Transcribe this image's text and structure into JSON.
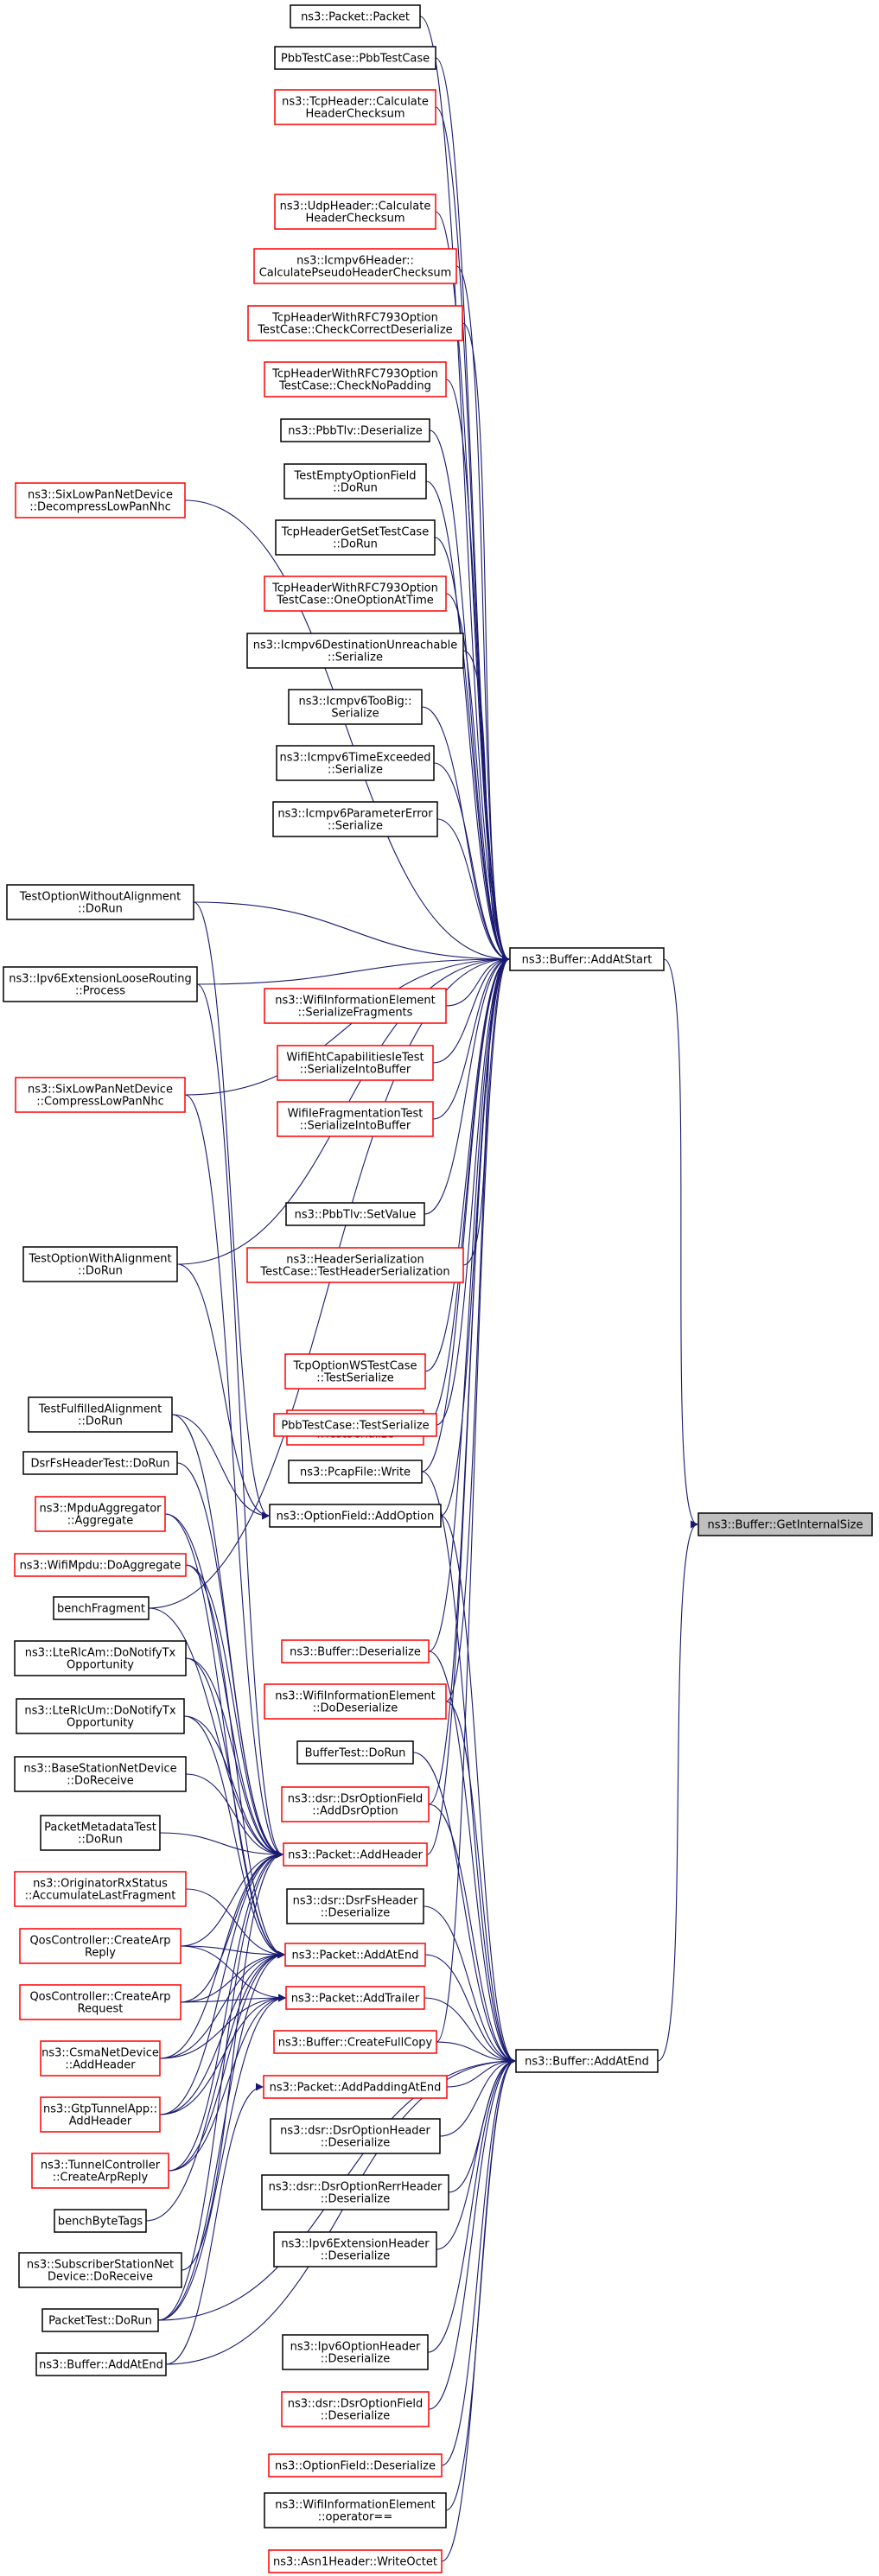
{
  "colors": {
    "edge": "#191970",
    "black_border": "#000000",
    "red_border": "#ff0000",
    "focus_fill": "#bfbfbf"
  },
  "graph": {
    "focus": "getinternalsize",
    "nodes": [
      {
        "id": "getinternalsize",
        "lines": [
          "ns3::Buffer::GetInternalSize"
        ],
        "border": "black",
        "focus": true
      },
      {
        "id": "addatstart",
        "lines": [
          "ns3::Buffer::AddAtStart"
        ],
        "border": "black"
      },
      {
        "id": "addatend",
        "lines": [
          "ns3::Buffer::AddAtEnd"
        ],
        "border": "black"
      },
      {
        "id": "packet_ctor",
        "lines": [
          "ns3::Packet::Packet"
        ],
        "border": "black"
      },
      {
        "id": "pbbtestcase",
        "lines": [
          "PbbTestCase::PbbTestCase"
        ],
        "border": "black"
      },
      {
        "id": "tcpheader_calc",
        "lines": [
          "ns3::TcpHeader::Calculate",
          "HeaderChecksum"
        ],
        "border": "red"
      },
      {
        "id": "udpheader_calc",
        "lines": [
          "ns3::UdpHeader::Calculate",
          "HeaderChecksum"
        ],
        "border": "red"
      },
      {
        "id": "icmpv6_pseudo",
        "lines": [
          "ns3::Icmpv6Header::",
          "CalculatePseudoHeaderChecksum"
        ],
        "border": "red"
      },
      {
        "id": "tcp793_correct",
        "lines": [
          "TcpHeaderWithRFC793Option",
          "TestCase::CheckCorrectDeserialize"
        ],
        "border": "red"
      },
      {
        "id": "tcp793_nopad",
        "lines": [
          "TcpHeaderWithRFC793Option",
          "TestCase::CheckNoPadding"
        ],
        "border": "red"
      },
      {
        "id": "pbbtlv_deser",
        "lines": [
          "ns3::PbbTlv::Deserialize"
        ],
        "border": "black"
      },
      {
        "id": "testemptyoption",
        "lines": [
          "TestEmptyOptionField",
          "::DoRun"
        ],
        "border": "black"
      },
      {
        "id": "tcpgetset",
        "lines": [
          "TcpHeaderGetSetTestCase",
          "::DoRun"
        ],
        "border": "black"
      },
      {
        "id": "tcp793_one",
        "lines": [
          "TcpHeaderWithRFC793Option",
          "TestCase::OneOptionAtTime"
        ],
        "border": "red"
      },
      {
        "id": "icmpv6_destunreach",
        "lines": [
          "ns3::Icmpv6DestinationUnreachable",
          "::Serialize"
        ],
        "border": "black"
      },
      {
        "id": "icmpv6_toobig",
        "lines": [
          "ns3::Icmpv6TooBig::",
          "Serialize"
        ],
        "border": "black"
      },
      {
        "id": "icmpv6_timeexc",
        "lines": [
          "ns3::Icmpv6TimeExceeded",
          "::Serialize"
        ],
        "border": "black"
      },
      {
        "id": "icmpv6_paramerr",
        "lines": [
          "ns3::Icmpv6ParameterError",
          "::Serialize"
        ],
        "border": "black"
      },
      {
        "id": "sixlow_decomp",
        "lines": [
          "ns3::SixLowPanNetDevice",
          "::DecompressLowPanNhc"
        ],
        "border": "red"
      },
      {
        "id": "testoptwithout",
        "lines": [
          "TestOptionWithoutAlignment",
          "::DoRun"
        ],
        "border": "black"
      },
      {
        "id": "ipv6ext_loose",
        "lines": [
          "ns3::Ipv6ExtensionLooseRouting",
          "::Process"
        ],
        "border": "black"
      },
      {
        "id": "wifiinfo_serfrag",
        "lines": [
          "ns3::WifiInformationElement",
          "::SerializeFragments"
        ],
        "border": "red"
      },
      {
        "id": "wifieht",
        "lines": [
          "WifiEhtCapabilitiesIeTest",
          "::SerializeIntoBuffer"
        ],
        "border": "red"
      },
      {
        "id": "wifiiefrag",
        "lines": [
          "WifiIeFragmentationTest",
          "::SerializeIntoBuffer"
        ],
        "border": "red"
      },
      {
        "id": "sixlow_comp",
        "lines": [
          "ns3::SixLowPanNetDevice",
          "::CompressLowPanNhc"
        ],
        "border": "red"
      },
      {
        "id": "pbbtlv_setvalue",
        "lines": [
          "ns3::PbbTlv::SetValue"
        ],
        "border": "black"
      },
      {
        "id": "headerser",
        "lines": [
          "ns3::HeaderSerialization",
          "TestCase::TestHeaderSerialization"
        ],
        "border": "red"
      },
      {
        "id": "testoptwith",
        "lines": [
          "TestOptionWithAlignment",
          "::DoRun"
        ],
        "border": "black"
      },
      {
        "id": "tcpoptws",
        "lines": [
          "TcpOptionWSTestCase",
          "::TestSerialize"
        ],
        "border": "red"
      },
      {
        "id": "tcpoptts",
        "lines": [
          "TcpOptionTSTestCase",
          "::TestSerialize"
        ],
        "border": "red"
      },
      {
        "id": "testfulfilled",
        "lines": [
          "TestFulfilledAlignment",
          "::DoRun"
        ],
        "border": "black"
      },
      {
        "id": "pbbtestser",
        "lines": [
          "PbbTestCase::TestSerialize"
        ],
        "border": "red"
      },
      {
        "id": "dsrfsheadertest",
        "lines": [
          "DsrFsHeaderTest::DoRun"
        ],
        "border": "black"
      },
      {
        "id": "pcapwrite",
        "lines": [
          "ns3::PcapFile::Write"
        ],
        "border": "black"
      },
      {
        "id": "mpduagg",
        "lines": [
          "ns3::MpduAggregator",
          "::Aggregate"
        ],
        "border": "red"
      },
      {
        "id": "optionfield_add",
        "lines": [
          "ns3::OptionField::AddOption"
        ],
        "border": "black"
      },
      {
        "id": "wifimpdu",
        "lines": [
          "ns3::WifiMpdu::DoAggregate"
        ],
        "border": "red"
      },
      {
        "id": "benchfragment",
        "lines": [
          "benchFragment"
        ],
        "border": "black"
      },
      {
        "id": "buffer_deser",
        "lines": [
          "ns3::Buffer::Deserialize"
        ],
        "border": "red"
      },
      {
        "id": "lterlcam",
        "lines": [
          "ns3::LteRlcAm::DoNotifyTx",
          "Opportunity"
        ],
        "border": "black"
      },
      {
        "id": "wifiinfo_dodeser",
        "lines": [
          "ns3::WifiInformationElement",
          "::DoDeserialize"
        ],
        "border": "red"
      },
      {
        "id": "lterlcum",
        "lines": [
          "ns3::LteRlcUm::DoNotifyTx",
          "Opportunity"
        ],
        "border": "black"
      },
      {
        "id": "buffertest",
        "lines": [
          "BufferTest::DoRun"
        ],
        "border": "black"
      },
      {
        "id": "basestation",
        "lines": [
          "ns3::BaseStationNetDevice",
          "::DoReceive"
        ],
        "border": "black"
      },
      {
        "id": "dsroptfield_add",
        "lines": [
          "ns3::dsr::DsrOptionField",
          "::AddDsrOption"
        ],
        "border": "red"
      },
      {
        "id": "packetmeta",
        "lines": [
          "PacketMetadataTest",
          "::DoRun"
        ],
        "border": "black"
      },
      {
        "id": "packet_addheader",
        "lines": [
          "ns3::Packet::AddHeader"
        ],
        "border": "red"
      },
      {
        "id": "originator",
        "lines": [
          "ns3::OriginatorRxStatus",
          "::AccumulateLastFragment"
        ],
        "border": "red"
      },
      {
        "id": "dsrfsheader_deser",
        "lines": [
          "ns3::dsr::DsrFsHeader",
          "::Deserialize"
        ],
        "border": "black"
      },
      {
        "id": "qos_reply",
        "lines": [
          "QosController::CreateArp",
          "Reply"
        ],
        "border": "red"
      },
      {
        "id": "packet_addatend",
        "lines": [
          "ns3::Packet::AddAtEnd"
        ],
        "border": "red"
      },
      {
        "id": "qos_request",
        "lines": [
          "QosController::CreateArp",
          "Request"
        ],
        "border": "red"
      },
      {
        "id": "packet_addtrailer",
        "lines": [
          "ns3::Packet::AddTrailer"
        ],
        "border": "red"
      },
      {
        "id": "csma",
        "lines": [
          "ns3::CsmaNetDevice",
          "::AddHeader"
        ],
        "border": "red"
      },
      {
        "id": "buffer_fullcopy",
        "lines": [
          "ns3::Buffer::CreateFullCopy"
        ],
        "border": "red"
      },
      {
        "id": "gtptunnel",
        "lines": [
          "ns3::GtpTunnelApp::",
          "AddHeader"
        ],
        "border": "red"
      },
      {
        "id": "packet_addpadding",
        "lines": [
          "ns3::Packet::AddPaddingAtEnd"
        ],
        "border": "red"
      },
      {
        "id": "tunnelctrl",
        "lines": [
          "ns3::TunnelController",
          "::CreateArpReply"
        ],
        "border": "red"
      },
      {
        "id": "dsroptheader_deser",
        "lines": [
          "ns3::dsr::DsrOptionHeader",
          "::Deserialize"
        ],
        "border": "black"
      },
      {
        "id": "dsroptrerr_deser",
        "lines": [
          "ns3::dsr::DsrOptionRerrHeader",
          "::Deserialize"
        ],
        "border": "black"
      },
      {
        "id": "benchbytetags",
        "lines": [
          "benchByteTags"
        ],
        "border": "black"
      },
      {
        "id": "ipv6ext_deser",
        "lines": [
          "ns3::Ipv6ExtensionHeader",
          "::Deserialize"
        ],
        "border": "black"
      },
      {
        "id": "subscriber",
        "lines": [
          "ns3::SubscriberStationNet",
          "Device::DoReceive"
        ],
        "border": "black"
      },
      {
        "id": "packettest",
        "lines": [
          "PacketTest::DoRun"
        ],
        "border": "black"
      },
      {
        "id": "buffer_addatend_left",
        "lines": [
          "ns3::Buffer::AddAtEnd"
        ],
        "border": "black"
      },
      {
        "id": "ipv6optheader_deser",
        "lines": [
          "ns3::Ipv6OptionHeader",
          "::Deserialize"
        ],
        "border": "black"
      },
      {
        "id": "dsroptfield_deser",
        "lines": [
          "ns3::dsr::DsrOptionField",
          "::Deserialize"
        ],
        "border": "red"
      },
      {
        "id": "optionfield_deser",
        "lines": [
          "ns3::OptionField::Deserialize"
        ],
        "border": "red"
      },
      {
        "id": "wifiinfo_opeq",
        "lines": [
          "ns3::WifiInformationElement",
          "::operator=="
        ],
        "border": "black"
      },
      {
        "id": "asn1",
        "lines": [
          "ns3::Asn1Header::WriteOctet"
        ],
        "border": "red"
      }
    ],
    "edges": [
      [
        "addatstart",
        "getinternalsize"
      ],
      [
        "addatend",
        "getinternalsize"
      ],
      [
        "packet_ctor",
        "addatstart"
      ],
      [
        "pbbtestcase",
        "addatstart"
      ],
      [
        "tcpheader_calc",
        "addatstart"
      ],
      [
        "udpheader_calc",
        "addatstart"
      ],
      [
        "icmpv6_pseudo",
        "addatstart"
      ],
      [
        "tcp793_correct",
        "addatstart"
      ],
      [
        "tcp793_nopad",
        "addatstart"
      ],
      [
        "pbbtlv_deser",
        "addatstart"
      ],
      [
        "testemptyoption",
        "addatstart"
      ],
      [
        "tcpgetset",
        "addatstart"
      ],
      [
        "tcp793_one",
        "addatstart"
      ],
      [
        "icmpv6_destunreach",
        "addatstart"
      ],
      [
        "icmpv6_toobig",
        "addatstart"
      ],
      [
        "icmpv6_timeexc",
        "addatstart"
      ],
      [
        "icmpv6_paramerr",
        "addatstart"
      ],
      [
        "sixlow_decomp",
        "addatstart"
      ],
      [
        "testoptwithout",
        "addatstart"
      ],
      [
        "ipv6ext_loose",
        "addatstart"
      ],
      [
        "wifiinfo_serfrag",
        "addatstart"
      ],
      [
        "wifieht",
        "addatstart"
      ],
      [
        "wifiiefrag",
        "addatstart"
      ],
      [
        "sixlow_comp",
        "addatstart"
      ],
      [
        "pbbtlv_setvalue",
        "addatstart"
      ],
      [
        "headerser",
        "addatstart"
      ],
      [
        "testoptwith",
        "addatstart"
      ],
      [
        "tcpoptws",
        "addatstart"
      ],
      [
        "tcpoptts",
        "addatstart"
      ],
      [
        "pbbtestser",
        "addatstart"
      ],
      [
        "pcapwrite",
        "addatstart"
      ],
      [
        "optionfield_add",
        "addatstart"
      ],
      [
        "buffer_deser",
        "addatstart"
      ],
      [
        "wifiinfo_dodeser",
        "addatstart"
      ],
      [
        "dsroptfield_add",
        "addatstart"
      ],
      [
        "packet_addheader",
        "addatstart"
      ],
      [
        "buffer_fullcopy",
        "addatstart"
      ],
      [
        "benchfragment",
        "addatstart"
      ],
      [
        "testoptwithout",
        "optionfield_add"
      ],
      [
        "testoptwith",
        "optionfield_add"
      ],
      [
        "testfulfilled",
        "optionfield_add"
      ],
      [
        "ipv6ext_loose",
        "packet_addheader"
      ],
      [
        "dsrfsheadertest",
        "packet_addheader"
      ],
      [
        "mpduagg",
        "packet_addheader"
      ],
      [
        "wifimpdu",
        "packet_addheader"
      ],
      [
        "benchfragment",
        "packet_addheader"
      ],
      [
        "lterlcam",
        "packet_addheader"
      ],
      [
        "lterlcum",
        "packet_addheader"
      ],
      [
        "basestation",
        "packet_addheader"
      ],
      [
        "packetmeta",
        "packet_addheader"
      ],
      [
        "qos_reply",
        "packet_addheader"
      ],
      [
        "qos_request",
        "packet_addheader"
      ],
      [
        "csma",
        "packet_addheader"
      ],
      [
        "gtptunnel",
        "packet_addheader"
      ],
      [
        "tunnelctrl",
        "packet_addheader"
      ],
      [
        "subscriber",
        "packet_addheader"
      ],
      [
        "packettest",
        "packet_addheader"
      ],
      [
        "sixlow_comp",
        "packet_addheader"
      ],
      [
        "testfulfilled",
        "packet_addheader"
      ],
      [
        "mpduagg",
        "packet_addatend"
      ],
      [
        "wifimpdu",
        "packet_addatend"
      ],
      [
        "originator",
        "packet_addatend"
      ],
      [
        "lterlcam",
        "packet_addatend"
      ],
      [
        "lterlcum",
        "packet_addatend"
      ],
      [
        "qos_reply",
        "packet_addatend"
      ],
      [
        "qos_request",
        "packet_addatend"
      ],
      [
        "csma",
        "packet_addatend"
      ],
      [
        "gtptunnel",
        "packet_addatend"
      ],
      [
        "tunnelctrl",
        "packet_addatend"
      ],
      [
        "benchbytetags",
        "packet_addatend"
      ],
      [
        "packettest",
        "packet_addatend"
      ],
      [
        "csma",
        "packet_addtrailer"
      ],
      [
        "qos_reply",
        "packet_addtrailer"
      ],
      [
        "qos_request",
        "packet_addtrailer"
      ],
      [
        "tunnelctrl",
        "packet_addtrailer"
      ],
      [
        "gtptunnel",
        "packet_addtrailer"
      ],
      [
        "packettest",
        "packet_addtrailer"
      ],
      [
        "buffer_addatend_left",
        "packet_addpadding"
      ],
      [
        "packet_addatend",
        "addatend"
      ],
      [
        "packet_addtrailer",
        "addatend"
      ],
      [
        "buffer_fullcopy",
        "addatend"
      ],
      [
        "packet_addpadding",
        "addatend"
      ],
      [
        "dsrfsheader_deser",
        "addatend"
      ],
      [
        "dsroptheader_deser",
        "addatend"
      ],
      [
        "dsroptrerr_deser",
        "addatend"
      ],
      [
        "ipv6ext_deser",
        "addatend"
      ],
      [
        "ipv6optheader_deser",
        "addatend"
      ],
      [
        "dsroptfield_deser",
        "addatend"
      ],
      [
        "optionfield_deser",
        "addatend"
      ],
      [
        "wifiinfo_opeq",
        "addatend"
      ],
      [
        "asn1",
        "addatend"
      ],
      [
        "buffertest",
        "addatend"
      ],
      [
        "buffer_deser",
        "addatend"
      ],
      [
        "optionfield_add",
        "addatend"
      ],
      [
        "dsroptfield_add",
        "addatend"
      ],
      [
        "wifiinfo_dodeser",
        "addatend"
      ],
      [
        "packettest",
        "addatend"
      ],
      [
        "buffer_addatend_left",
        "addatend"
      ],
      [
        "pcapwrite",
        "addatend"
      ]
    ]
  }
}
